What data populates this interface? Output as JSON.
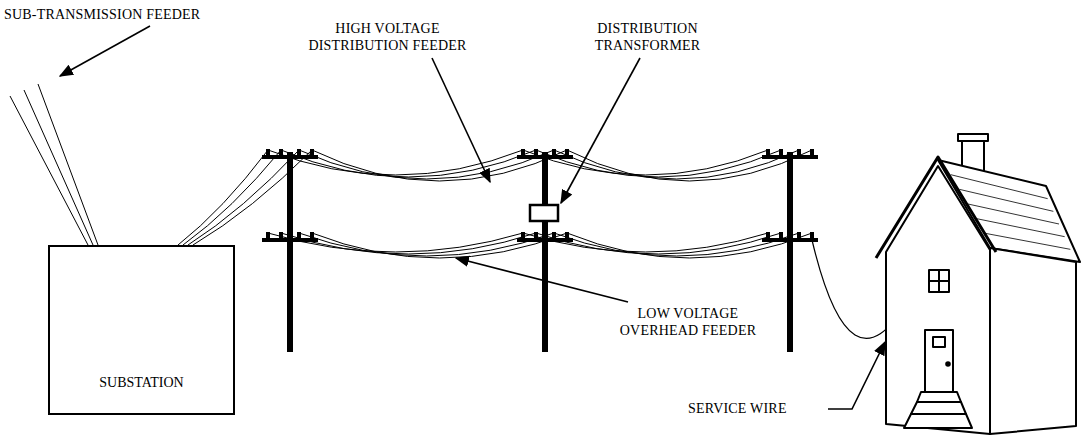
{
  "diagram": {
    "nodes": [
      {
        "text": [
          "SUBSTATION"
        ]
      }
    ],
    "labels": [
      "SUB-TRANSMISSION FEEDER",
      "HIGH VOLTAGE DISTRIBUTION FEEDER",
      "DISTRIBUTION TRANSFORMER",
      "LOW VOLTAGE OVERHEAD FEEDER",
      "SERVICE WIRE"
    ]
  }
}
